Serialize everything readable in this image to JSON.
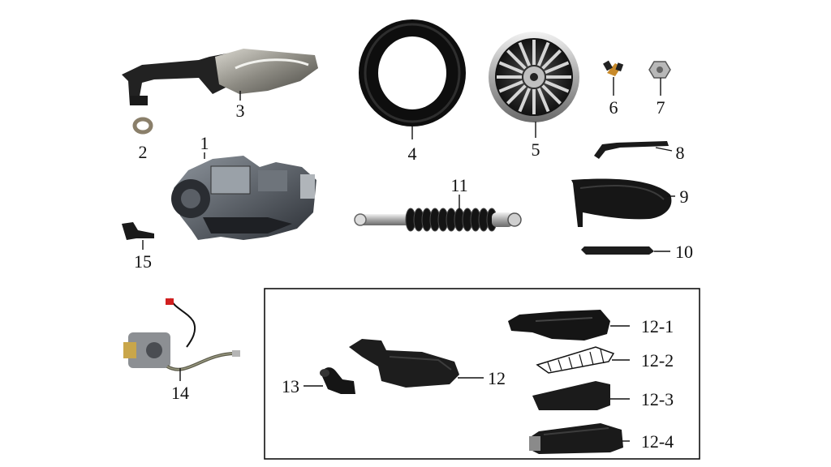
{
  "parts": {
    "p1": "1",
    "p2": "2",
    "p3": "3",
    "p4": "4",
    "p5": "5",
    "p6": "6",
    "p7": "7",
    "p8": "8",
    "p9": "9",
    "p10": "10",
    "p11": "11",
    "p12": "12",
    "p12_1": "12-1",
    "p12_2": "12-2",
    "p12_3": "12-3",
    "p12_4": "12-4",
    "p13": "13",
    "p14": "14",
    "p15": "15"
  },
  "colors": {
    "ink": "#111111",
    "metal": "#9a9a9a",
    "dark": "#2a2a2a",
    "black": "#0e0e0e"
  }
}
